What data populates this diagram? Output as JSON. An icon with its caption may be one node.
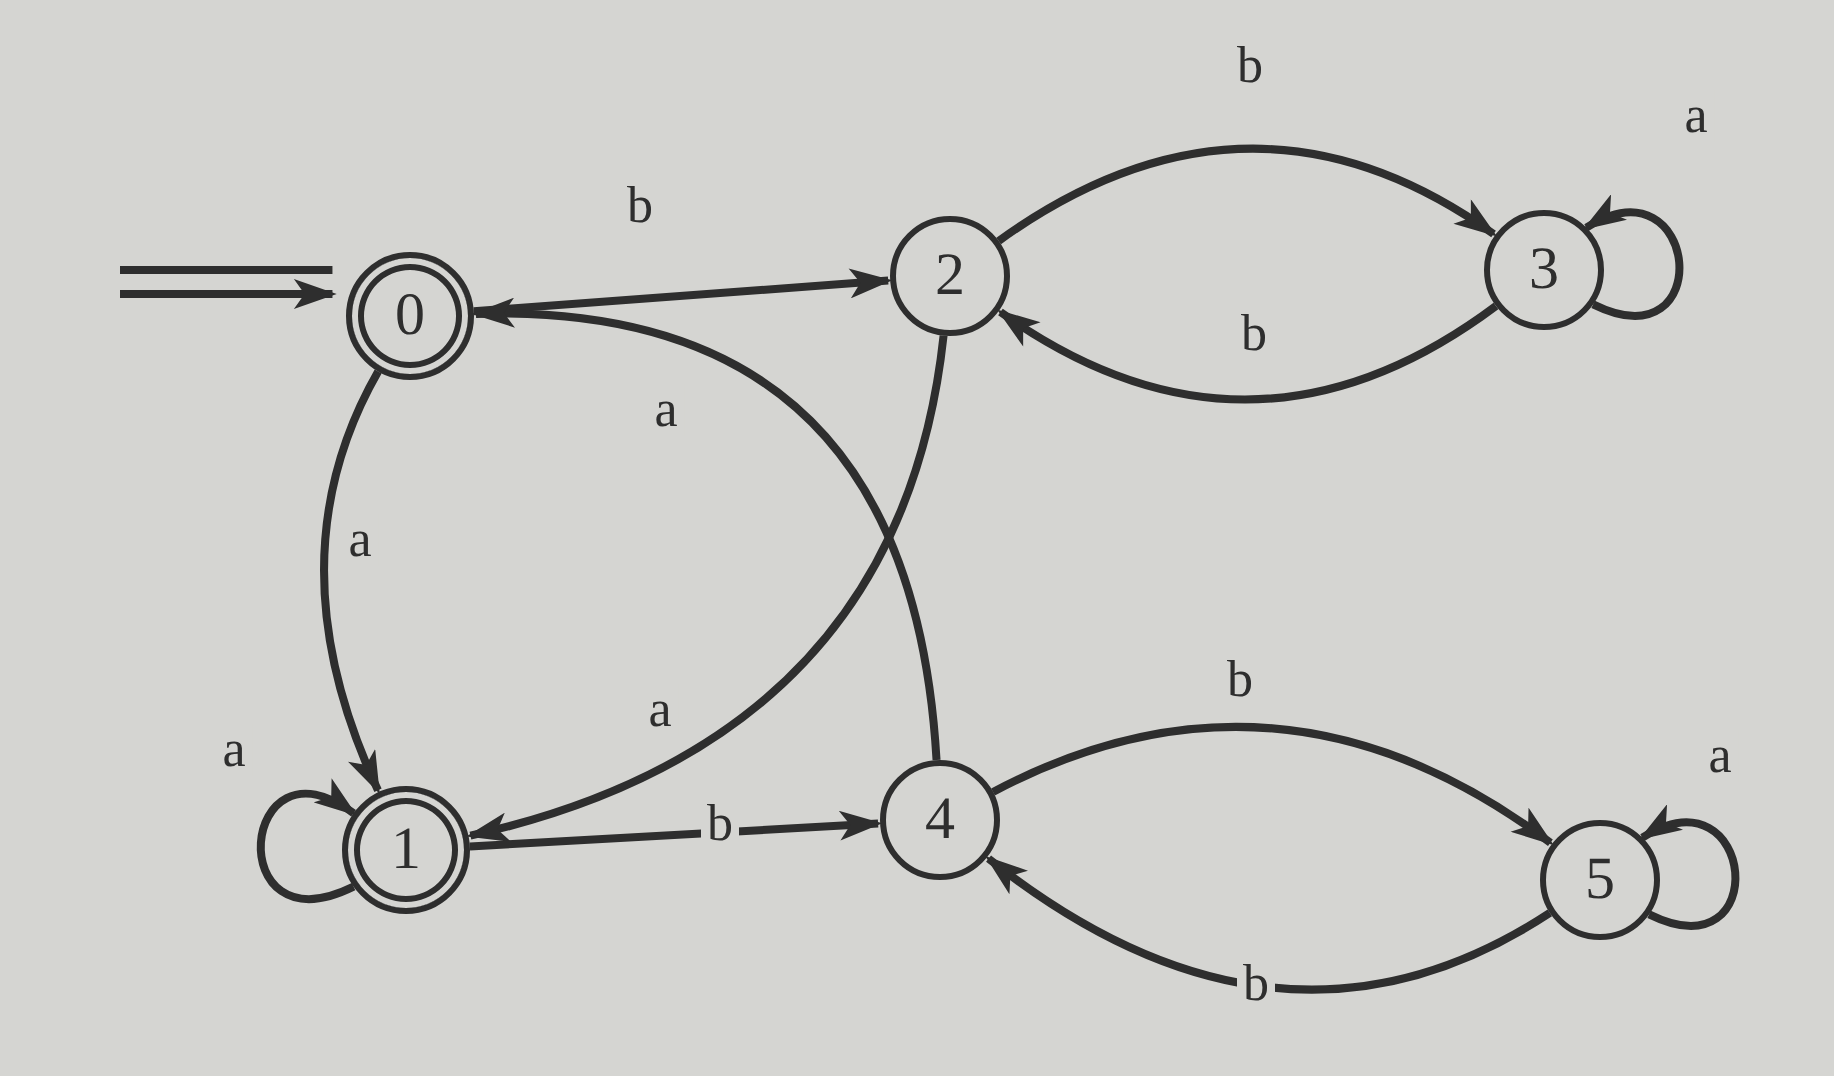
{
  "diagram": {
    "nodes": [
      {
        "text": [
          "0"
        ]
      },
      {
        "text": [
          "2"
        ]
      },
      {
        "text": [
          "3"
        ]
      },
      {
        "text": [
          "1"
        ]
      },
      {
        "text": [
          "4"
        ]
      },
      {
        "text": [
          "5"
        ]
      }
    ],
    "edges": [
      {
        "from": null,
        "to": 0,
        "arrow": "to"
      },
      {
        "from": 0,
        "to": 1,
        "label": "b",
        "arrow": "to"
      },
      {
        "from": 1,
        "to": 2,
        "label": "b",
        "arrow": "to"
      },
      {
        "from": 2,
        "to": 1,
        "label": "b",
        "arrow": "to"
      },
      {
        "from": 2,
        "to": 2,
        "label": "a",
        "arrow": "to"
      },
      {
        "from": 4,
        "to": 0,
        "label": "a",
        "arrow": "to"
      },
      {
        "from": 0,
        "to": 3,
        "label": "a",
        "arrow": "to"
      },
      {
        "from": 1,
        "to": 3,
        "label": "a",
        "arrow": "to"
      },
      {
        "from": 3,
        "to": 3,
        "label": "a",
        "arrow": "to"
      },
      {
        "from": 3,
        "to": 4,
        "label": "b",
        "arrow": "to"
      },
      {
        "from": 4,
        "to": 5,
        "label": "b",
        "arrow": "to"
      },
      {
        "from": 5,
        "to": 4,
        "label": "b",
        "arrow": "to"
      },
      {
        "from": 5,
        "to": 5,
        "label": "a",
        "arrow": "to"
      }
    ]
  }
}
